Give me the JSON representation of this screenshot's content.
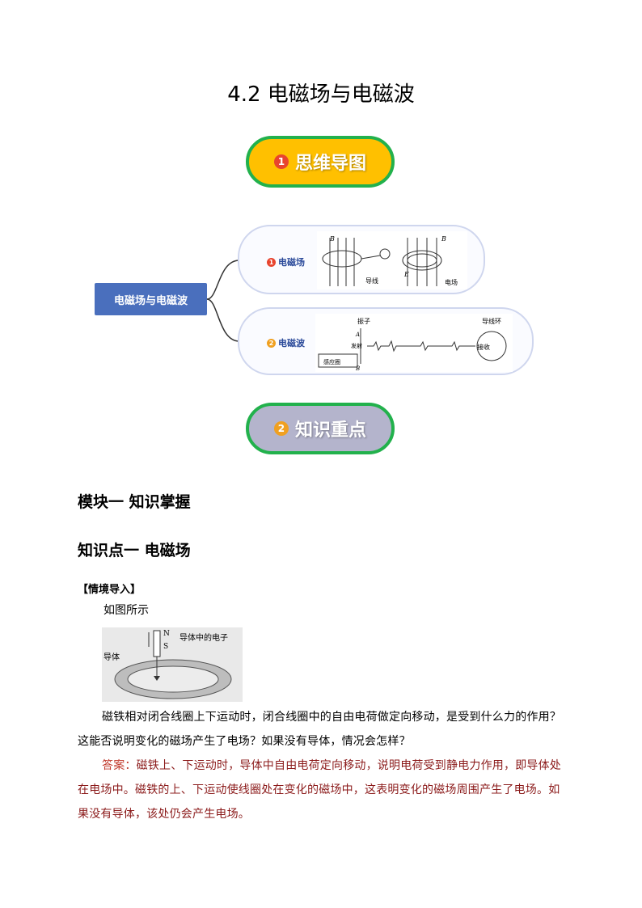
{
  "title": "4.2  电磁场与电磁波",
  "section1": {
    "num": "1",
    "label": "思维导图"
  },
  "section2": {
    "num": "2",
    "label": "知识重点"
  },
  "mindmap": {
    "root": "电磁场与电磁波",
    "branch1": {
      "num": "1",
      "label": "电磁场",
      "fig_labels": {
        "b1": "B",
        "wire": "导线",
        "b2": "B",
        "e": "E",
        "field": "电场"
      }
    },
    "branch2": {
      "num": "2",
      "label": "电磁波",
      "fig_labels": {
        "osc": "振子",
        "a": "A",
        "emit": "发射",
        "coil": "感应圈",
        "b": "B",
        "ring": "导线环",
        "recv": "接收"
      }
    }
  },
  "module": "模块一  知识掌握",
  "point": "知识点一    电磁场",
  "tag": "【情境导入】",
  "intro": "如图所示",
  "figure": {
    "n": "N",
    "s": "S",
    "electrons": "导体中的电子",
    "conductor": "导体"
  },
  "question": "磁铁相对闭合线圈上下运动时，闭合线圈中的自由电荷做定向移动，是受到什么力的作用？这能否说明变化的磁场产生了电场？如果没有导体，情况会怎样？",
  "answer_label": "答案：",
  "answer": "磁铁上、下运动时，导体中自由电荷定向移动，说明电荷受到静电力作用，即导体处在电场中。磁铁的上、下运动使线圈处在变化的磁场中，这表明变化的磁场周围产生了电场。如果没有导体，该处仍会产生电场。",
  "colors": {
    "pill1": "#ffc000",
    "pill2": "#b4b4cc",
    "pill_border": "#22b14c",
    "root": "#4a6fbd",
    "answer": "#8b1a1a",
    "answer_label": "#c0392b"
  }
}
